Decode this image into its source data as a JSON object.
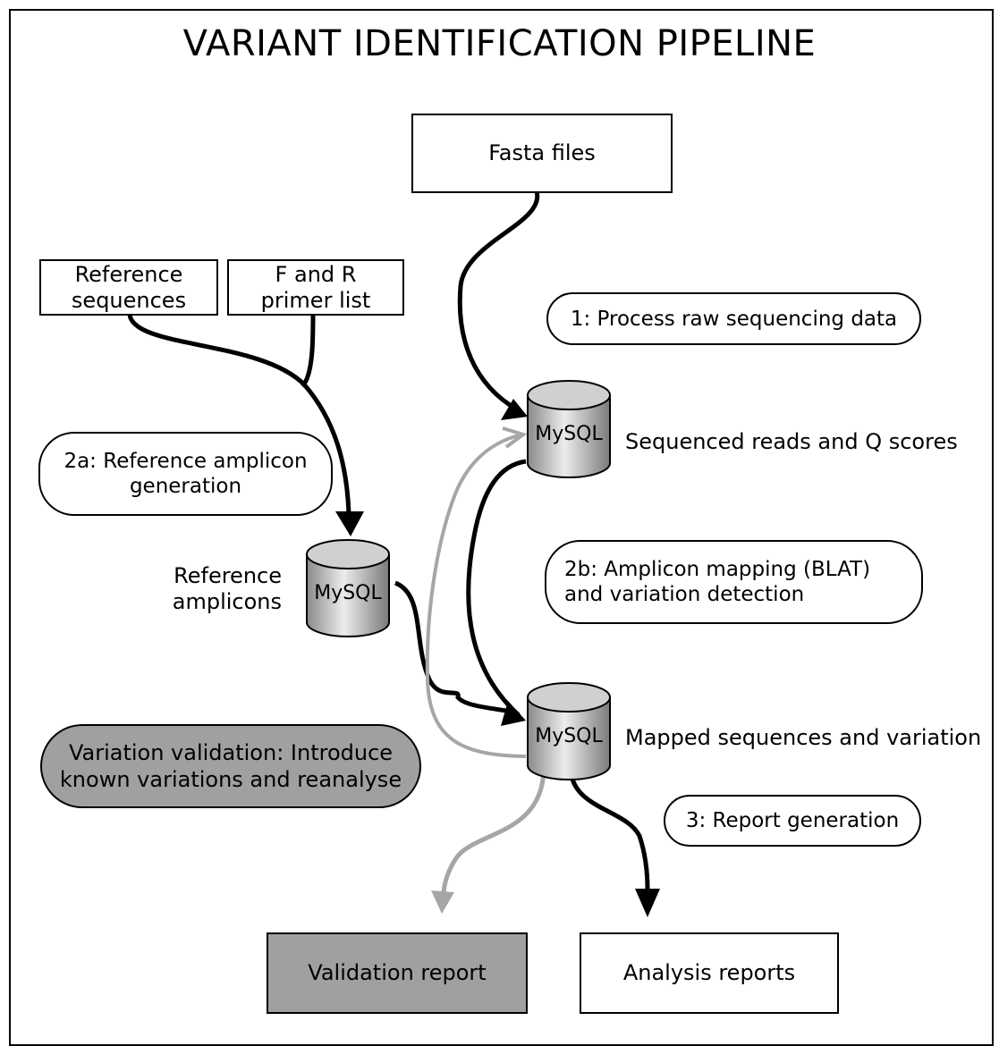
{
  "title": "VARIANT IDENTIFICATION PIPELINE",
  "boxes": {
    "fasta": "Fasta files",
    "reference_sequences": [
      "Reference",
      "sequences"
    ],
    "primer_list": [
      "F and R",
      "primer list"
    ],
    "validation_report": "Validation report",
    "analysis_reports": "Analysis reports"
  },
  "steps": {
    "step1": "1: Process raw sequencing data",
    "step2a": [
      "2a: Reference amplicon",
      "generation"
    ],
    "step2b": [
      "2b: Amplicon mapping (BLAT)",
      "and variation detection"
    ],
    "step3": "3: Report generation",
    "validation": [
      "Variation validation: Introduce",
      "known variations and reanalyse"
    ]
  },
  "databases": {
    "db_label": "MySQL",
    "reads_label": "Sequenced reads and Q scores",
    "amplicons_label": [
      "Reference",
      "amplicons"
    ],
    "mapped_label": "Mapped sequences and variation"
  },
  "colors": {
    "grey_fill": "#a0a0a0",
    "grey_arrow": "#a6a6a6",
    "black_arrow": "#000000"
  }
}
